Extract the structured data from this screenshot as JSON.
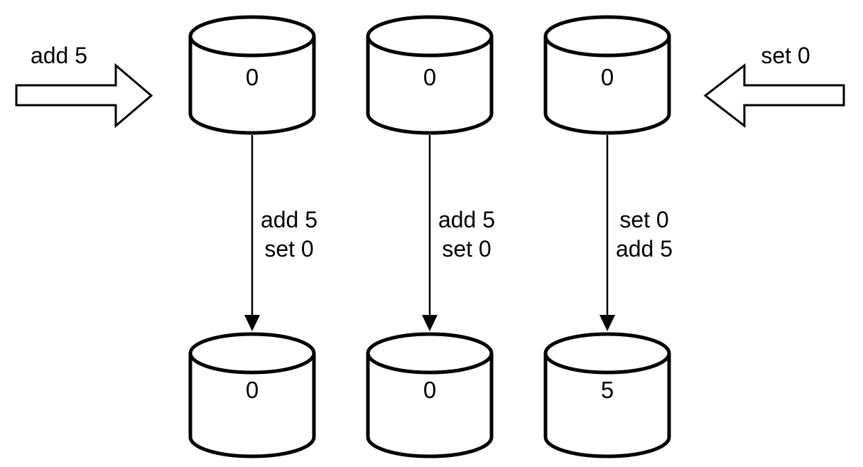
{
  "diagram": {
    "background_color": "#ffffff",
    "line_color": "#000000",
    "incoming_left": {
      "label": "add 5",
      "direction": "right"
    },
    "incoming_right": {
      "label": "set 0",
      "direction": "left"
    },
    "replicas": [
      {
        "initial_value": "0",
        "operations": [
          "add 5",
          "set 0"
        ],
        "final_value": "0"
      },
      {
        "initial_value": "0",
        "operations": [
          "add 5",
          "set 0"
        ],
        "final_value": "0"
      },
      {
        "initial_value": "0",
        "operations": [
          "set 0",
          "add 5"
        ],
        "final_value": "5"
      }
    ]
  }
}
